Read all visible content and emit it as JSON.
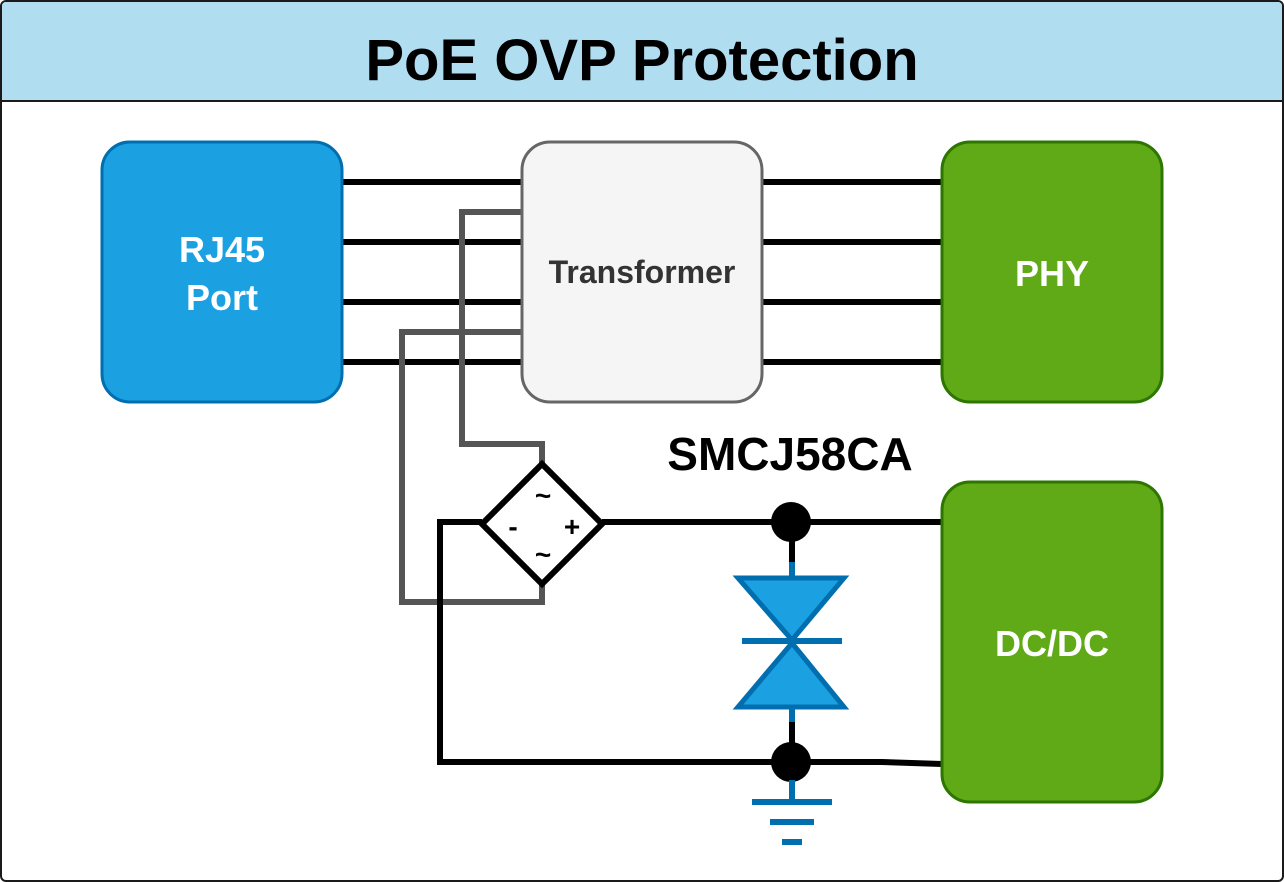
{
  "title": "PoE OVP Protection",
  "blocks": {
    "rj45": {
      "line1": "RJ45",
      "line2": "Port"
    },
    "transformer": {
      "label": "Transformer"
    },
    "phy": {
      "label": "PHY"
    },
    "dcdc": {
      "label": "DC/DC"
    }
  },
  "component": {
    "part_number": "SMCJ58CA"
  },
  "bridge": {
    "ac_top": "~",
    "ac_bottom": "~",
    "minus": "-",
    "plus": "+"
  },
  "colors": {
    "header": "#b1ddf0",
    "rj45_fill": "#1ba1e2",
    "green_fill": "#60a917",
    "transformer_fill": "#f5f5f5",
    "tvs_fill": "#1ba1e2",
    "tvs_stroke": "#006eaf",
    "gray_wire": "#555555"
  }
}
